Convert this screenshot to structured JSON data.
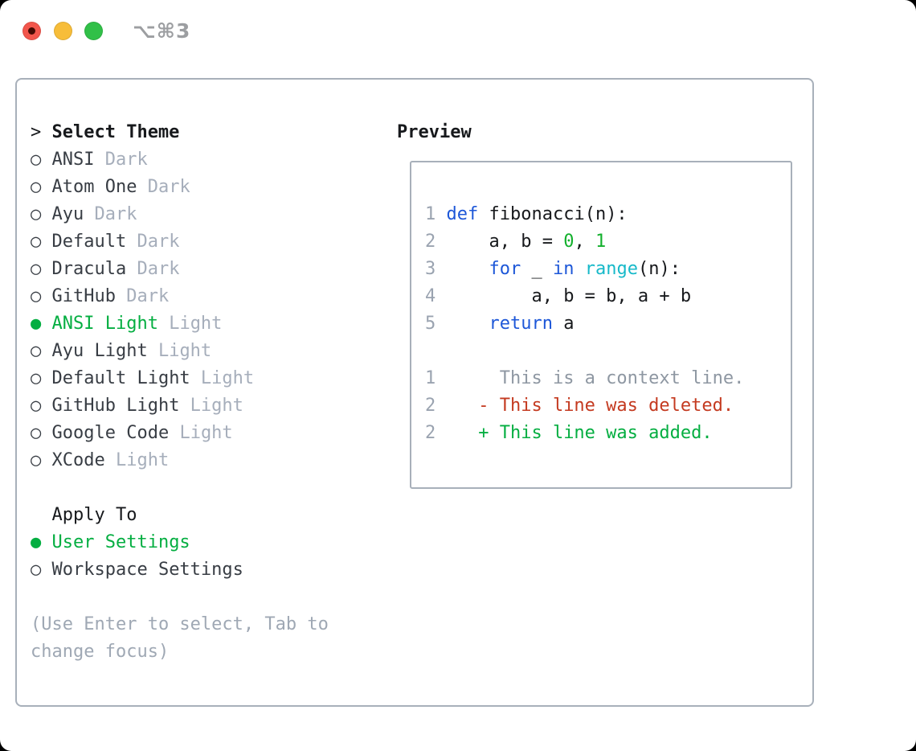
{
  "window": {
    "title": "⌥⌘3"
  },
  "palette": {
    "page_bg": "#000000",
    "window_bg": "#ffffff",
    "border": "#a8b0ba",
    "black": "#17191c",
    "dark_text": "#383d44",
    "code_text": "#17191c",
    "gray_badge": "#a6aebb",
    "gray_hint": "#9fa8b4",
    "gray_linenum": "#9aa3b0",
    "gray_context": "#8e97a2",
    "green": "#04ae41",
    "num_green": "#13b02d",
    "red": "#c43a20",
    "blue": "#1d57d8",
    "cyan": "#17b9c9",
    "traffic_red": "#f2564c",
    "traffic_red_dot": "#450a03",
    "traffic_yellow": "#f7bd39",
    "traffic_green": "#31c048",
    "title_gray": "#9c9ea1"
  },
  "left": {
    "heading": {
      "prompt": ">",
      "label": "Select Theme"
    },
    "marker_unselected": "○",
    "marker_selected": "●",
    "themes": [
      {
        "name": "ANSI",
        "variant": "Dark",
        "selected": false
      },
      {
        "name": "Atom One",
        "variant": "Dark",
        "selected": false
      },
      {
        "name": "Ayu",
        "variant": "Dark",
        "selected": false
      },
      {
        "name": "Default",
        "variant": "Dark",
        "selected": false
      },
      {
        "name": "Dracula",
        "variant": "Dark",
        "selected": false
      },
      {
        "name": "GitHub",
        "variant": "Dark",
        "selected": false
      },
      {
        "name": "ANSI Light",
        "variant": "Light",
        "selected": true
      },
      {
        "name": "Ayu Light",
        "variant": "Light",
        "selected": false
      },
      {
        "name": "Default Light",
        "variant": "Light",
        "selected": false
      },
      {
        "name": "GitHub Light",
        "variant": "Light",
        "selected": false
      },
      {
        "name": "Google Code",
        "variant": "Light",
        "selected": false
      },
      {
        "name": "XCode",
        "variant": "Light",
        "selected": false
      }
    ],
    "apply_heading": "Apply To",
    "apply_options": [
      {
        "name": "User Settings",
        "selected": true
      },
      {
        "name": "Workspace Settings",
        "selected": false
      }
    ],
    "hint_lines": [
      "(Use Enter to select, Tab to",
      "change focus)"
    ]
  },
  "preview": {
    "title": "Preview",
    "code": [
      {
        "num": "1",
        "segs": [
          {
            "t": " ",
            "c": "p"
          },
          {
            "t": "def",
            "c": "kw"
          },
          {
            "t": " fibonacci(n):",
            "c": "p"
          }
        ]
      },
      {
        "num": "2",
        "segs": [
          {
            "t": "     a, b = ",
            "c": "p"
          },
          {
            "t": "0",
            "c": "n"
          },
          {
            "t": ", ",
            "c": "p"
          },
          {
            "t": "1",
            "c": "n"
          }
        ]
      },
      {
        "num": "3",
        "segs": [
          {
            "t": "     ",
            "c": "p"
          },
          {
            "t": "for",
            "c": "kw"
          },
          {
            "t": " _ ",
            "c": "p"
          },
          {
            "t": "in",
            "c": "kw"
          },
          {
            "t": " ",
            "c": "p"
          },
          {
            "t": "range",
            "c": "cy"
          },
          {
            "t": "(n):",
            "c": "p"
          }
        ]
      },
      {
        "num": "4",
        "segs": [
          {
            "t": "         a, b = b, a + b",
            "c": "p"
          }
        ]
      },
      {
        "num": "5",
        "segs": [
          {
            "t": "     ",
            "c": "p"
          },
          {
            "t": "return",
            "c": "kw"
          },
          {
            "t": " a",
            "c": "p"
          }
        ]
      }
    ],
    "diff": [
      {
        "num": "1",
        "segs": [
          {
            "t": "      This is a context line.",
            "c": "ctx"
          }
        ]
      },
      {
        "num": "2",
        "segs": [
          {
            "t": "    - This line was deleted.",
            "c": "del"
          }
        ]
      },
      {
        "num": "2",
        "segs": [
          {
            "t": "    + This line was added.",
            "c": "add"
          }
        ]
      }
    ]
  }
}
